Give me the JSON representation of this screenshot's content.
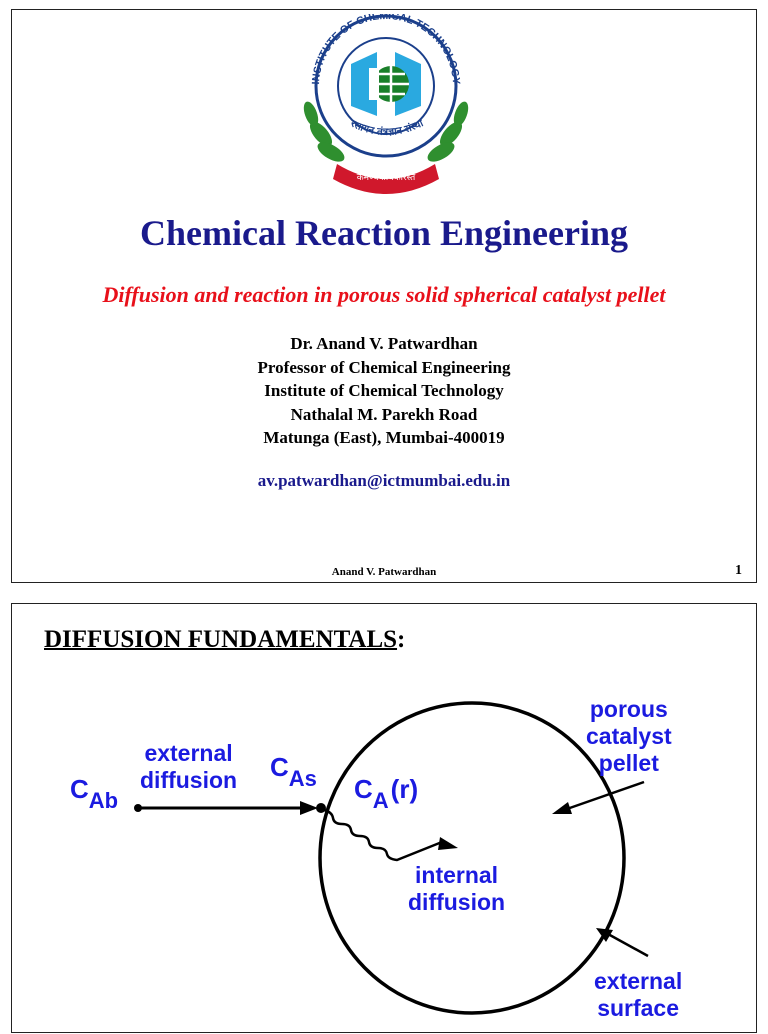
{
  "slide1": {
    "logo": {
      "ring_text": "INSTITUTE OF CHEMICAL TECHNOLOGY",
      "hindi_text": "रसायन तंत्रज्ञान संस्था",
      "motto": "कर्मण्येवाधिकारस्ते",
      "colors": {
        "ring": "#1b3f8b",
        "inner": "#2aa9e0",
        "globe": "#1a7f2a",
        "ribbon": "#d0182c",
        "leaves": "#2f8f2f"
      }
    },
    "title": "Chemical Reaction Engineering",
    "subtitle": "Diffusion and reaction in porous solid spherical catalyst pellet",
    "author_lines": [
      "Dr. Anand V. Patwardhan",
      "Professor of Chemical Engineering",
      "Institute of Chemical Technology",
      "Nathalal M. Parekh Road",
      "Matunga (East), Mumbai-400019"
    ],
    "email": "av.patwardhan@ictmumbai.edu.in",
    "footer": "Anand V. Patwardhan",
    "page_number": "1"
  },
  "slide2": {
    "title": "DIFFUSION FUNDAMENTALS",
    "title_suffix": ":",
    "labels": {
      "c_ab_main": "C",
      "c_ab_sub": "Ab",
      "external_diffusion_1": "external",
      "external_diffusion_2": "diffusion",
      "c_as_main": "C",
      "c_as_sub": "As",
      "c_a_main": "C",
      "c_a_sub": "A",
      "c_a_arg": "(r)",
      "internal_diffusion_1": "internal",
      "internal_diffusion_2": "diffusion",
      "porous_1": "porous",
      "porous_2": "catalyst",
      "porous_3": "pellet",
      "external_surface_1": "external",
      "external_surface_2": "surface"
    },
    "colors": {
      "label": "#1b1be0",
      "line": "#000000"
    }
  }
}
